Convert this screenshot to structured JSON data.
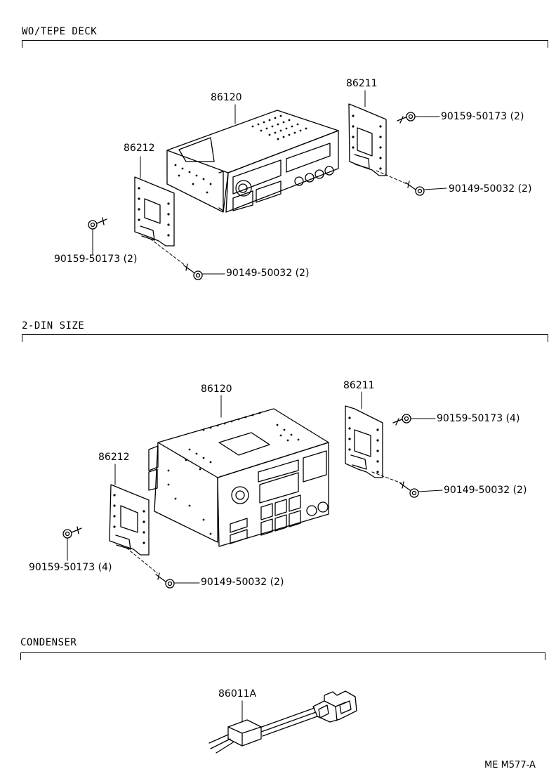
{
  "sections": [
    {
      "title": "WO/TEPE DECK"
    },
    {
      "title": "2-DIN SIZE"
    },
    {
      "title": "CONDENSER"
    }
  ],
  "labels": {
    "s1_unit": "86120",
    "s1_bracket_right": "86211",
    "s1_bracket_left": "86212",
    "s1_screw_right_top": "90159-50173 (2)",
    "s1_screw_right_bottom": "90149-50032 (2)",
    "s1_screw_left": "90159-50173 (2)",
    "s1_screw_left_bottom": "90149-50032 (2)",
    "s2_unit": "86120",
    "s2_bracket_right": "86211",
    "s2_bracket_left": "86212",
    "s2_screw_right_top": "90159-50173 (4)",
    "s2_screw_right_bottom": "90149-50032 (2)",
    "s2_screw_left": "90159-50173 (4)",
    "s2_screw_left_bottom": "90149-50032 (2)",
    "s3_condenser": "86011A"
  },
  "footer": {
    "code": "ME  M577-A"
  }
}
